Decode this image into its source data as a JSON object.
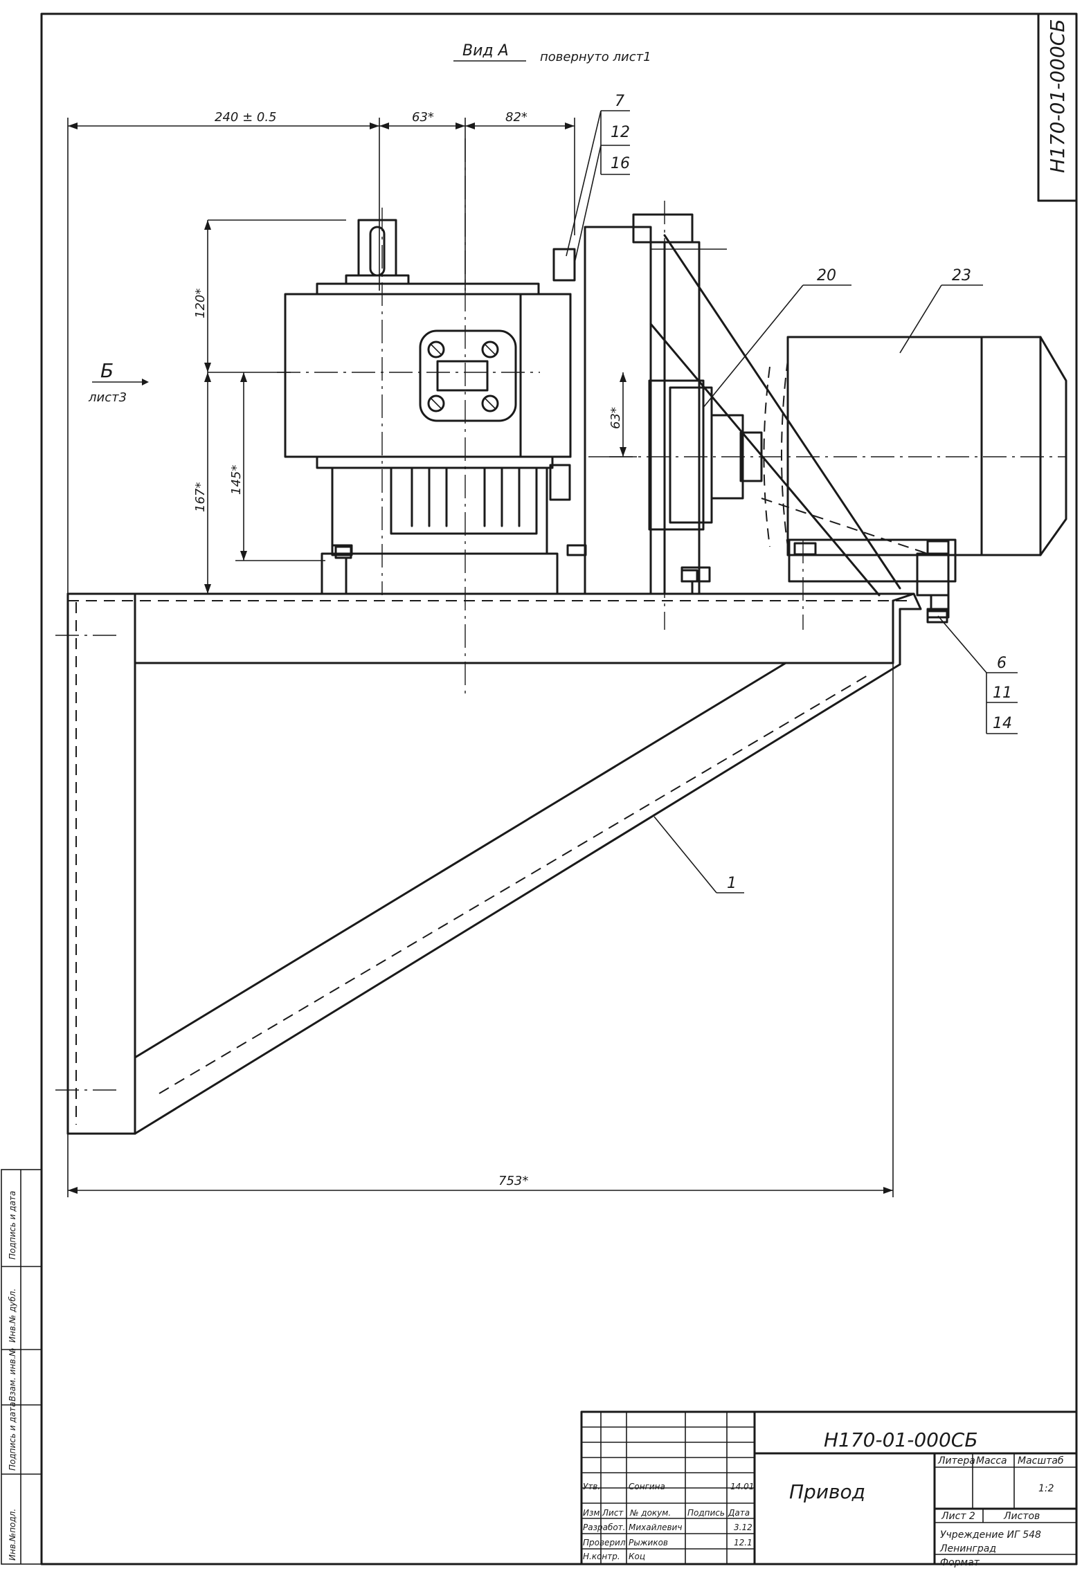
{
  "view_title": "Вид А",
  "view_note": "повернуто лист1",
  "doc_code_vertical": "H170-01-000СБ",
  "section_marker": {
    "letter": "Б",
    "sheet": "лист3"
  },
  "dimensions": {
    "d240": "240 ± 0.5",
    "d63_top": "63*",
    "d82": "82*",
    "d120": "120*",
    "d167": "167*",
    "d145": "145*",
    "d63_side": "63*",
    "d753": "753*"
  },
  "callouts": {
    "c7": "7",
    "c12": "12",
    "c16": "16",
    "c20": "20",
    "c23": "23",
    "c6": "6",
    "c11": "11",
    "c14": "14",
    "c1": "1"
  },
  "left_strip": {
    "inv_orig": "Инв.№подл.",
    "sign_date_1": "Подпись и дата",
    "replace_inv": "Взам. инв.№",
    "inv_dup": "Инв.№ дубл.",
    "sign_date_2": "Подпись и дата"
  },
  "title_block": {
    "doc_number": "H170-01-000СБ",
    "name": "Привод",
    "col_headers": [
      "Изм.",
      "Лист",
      "№ докум.",
      "Подпись",
      "Дата"
    ],
    "rows": [
      {
        "role": "Разработ.",
        "person": "Михайлевич",
        "sign": "",
        "date": "3.12"
      },
      {
        "role": "Проверил",
        "person": "Рыжиков",
        "sign": "",
        "date": "12.1"
      },
      {
        "role": "Н.контр.",
        "person": "Коц",
        "sign": "",
        "date": ""
      },
      {
        "role": "Утв.",
        "person": "Сонгина",
        "sign": "",
        "date": "14.01"
      }
    ],
    "litera_label": "Литера",
    "mass_label": "Масса",
    "scale_label": "Масштаб",
    "scale_value": "1:2",
    "sheet_label": "Лист 2",
    "sheets_label": "Листов",
    "org_line1": "Учреждение ИГ 548",
    "org_line2": "Ленинград",
    "format_label": "Формат"
  }
}
